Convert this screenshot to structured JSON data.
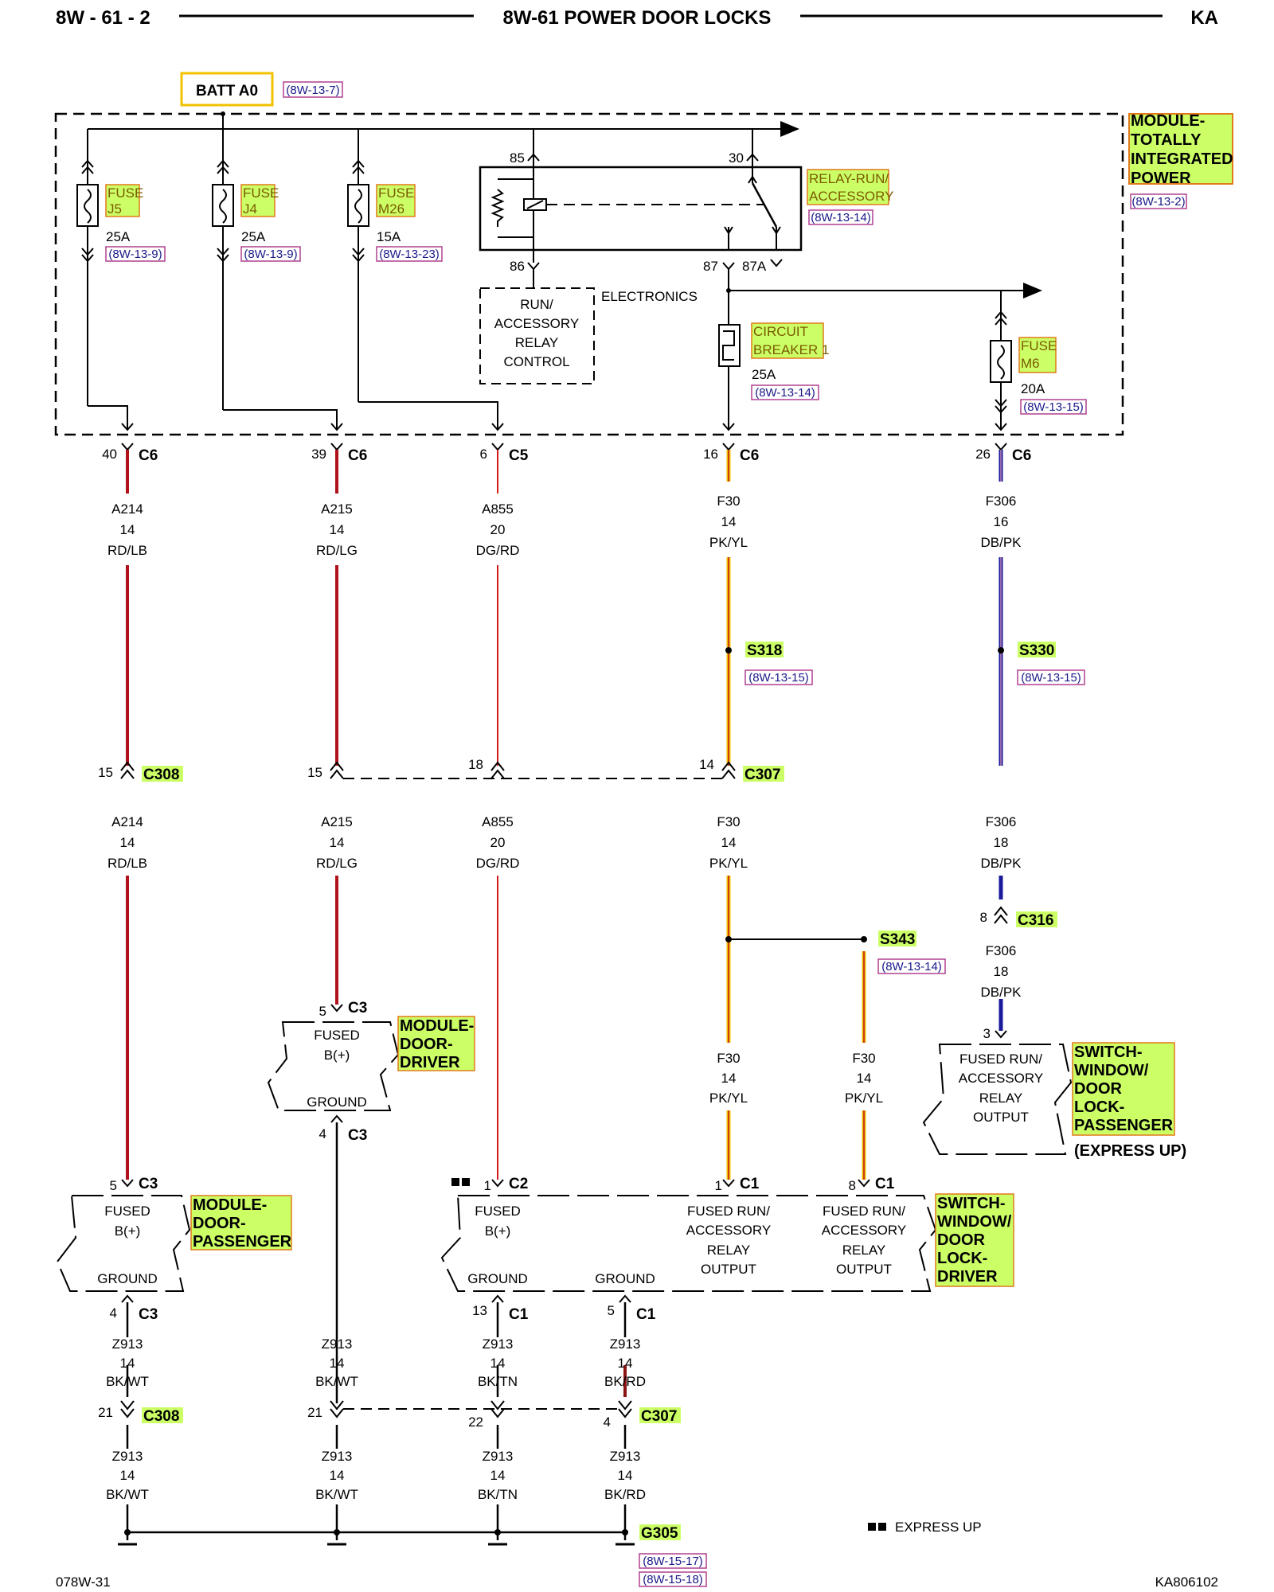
{
  "header": {
    "left": "8W - 61 - 2",
    "center": "8W-61 POWER DOOR LOCKS",
    "right": "KA"
  },
  "footer": {
    "left": "078W-31",
    "right": "KA806102"
  },
  "legend": {
    "express_up": "EXPRESS UP"
  },
  "batt": {
    "label": "BATT A0",
    "ref": "(8W-13-7)"
  },
  "module_tipm": {
    "label_lines": [
      "MODULE-",
      "TOTALLY",
      "INTEGRATED",
      "POWER"
    ],
    "ref": "(8W-13-2)"
  },
  "fuses": {
    "j5": {
      "lines": [
        "FUSE",
        "J5"
      ],
      "rating": "25A",
      "ref": "(8W-13-9)"
    },
    "j4": {
      "lines": [
        "FUSE",
        "J4"
      ],
      "rating": "25A",
      "ref": "(8W-13-9)"
    },
    "m26": {
      "lines": [
        "FUSE",
        "M26"
      ],
      "rating": "15A",
      "ref": "(8W-13-23)"
    },
    "m6": {
      "lines": [
        "FUSE",
        "M6"
      ],
      "rating": "20A",
      "ref": "(8W-13-15)"
    }
  },
  "relay": {
    "label_lines": [
      "RELAY-RUN/",
      "ACCESSORY"
    ],
    "ref": "(8W-13-14)",
    "pins": {
      "p85": "85",
      "p30": "30",
      "p86": "86",
      "p87": "87",
      "p87a": "87A"
    }
  },
  "electronics": {
    "label": "ELECTRONICS",
    "box_lines": [
      "RUN/",
      "ACCESSORY",
      "RELAY",
      "CONTROL"
    ]
  },
  "circuit_breaker": {
    "lines": [
      "CIRCUIT",
      "BREAKER 1"
    ],
    "rating": "25A",
    "ref": "(8W-13-14)"
  },
  "tipm_connectors": [
    {
      "pin": "40",
      "conn": "C6"
    },
    {
      "pin": "39",
      "conn": "C6"
    },
    {
      "pin": "6",
      "conn": "C5"
    },
    {
      "pin": "16",
      "conn": "C6"
    },
    {
      "pin": "26",
      "conn": "C6"
    }
  ],
  "wires_upper": [
    {
      "circuit": "A214",
      "gauge": "14",
      "color": "RD/LB"
    },
    {
      "circuit": "A215",
      "gauge": "14",
      "color": "RD/LG"
    },
    {
      "circuit": "A855",
      "gauge": "20",
      "color": "DG/RD"
    },
    {
      "circuit": "F30",
      "gauge": "14",
      "color": "PK/YL"
    },
    {
      "circuit": "F306",
      "gauge": "16",
      "color": "DB/PK"
    }
  ],
  "splices_upper": [
    {
      "name": "S318",
      "ref": "(8W-13-15)"
    },
    {
      "name": "S330",
      "ref": "(8W-13-15)"
    }
  ],
  "inline_connectors": {
    "c308_a": {
      "pin": "15",
      "conn": "C308"
    },
    "c307_1": {
      "pin": "15"
    },
    "c307_2": {
      "pin": "18"
    },
    "c307_3": {
      "pin": "14",
      "conn": "C307"
    }
  },
  "wires_mid": [
    {
      "circuit": "A214",
      "gauge": "14",
      "color": "RD/LB"
    },
    {
      "circuit": "A215",
      "gauge": "14",
      "color": "RD/LG"
    },
    {
      "circuit": "A855",
      "gauge": "20",
      "color": "DG/RD"
    },
    {
      "circuit": "F30",
      "gauge": "14",
      "color": "PK/YL"
    },
    {
      "circuit": "F306",
      "gauge": "18",
      "color": "DB/PK"
    }
  ],
  "c316": {
    "pin": "8",
    "conn": "C316"
  },
  "wire_f306_lower": {
    "circuit": "F306",
    "gauge": "18",
    "color": "DB/PK"
  },
  "s343": {
    "name": "S343",
    "ref": "(8W-13-14)"
  },
  "wires_f30_lower": [
    {
      "circuit": "F30",
      "gauge": "14",
      "color": "PK/YL"
    },
    {
      "circuit": "F30",
      "gauge": "14",
      "color": "PK/YL"
    }
  ],
  "module_door_driver": {
    "label_lines": [
      "MODULE-",
      "DOOR-",
      "DRIVER"
    ],
    "top": {
      "pin": "5",
      "conn": "C3"
    },
    "bottom": {
      "pin": "4",
      "conn": "C3"
    },
    "text_top": [
      "FUSED",
      "B(+)"
    ],
    "text_bottom": "GROUND"
  },
  "module_door_passenger": {
    "label_lines": [
      "MODULE-",
      "DOOR-",
      "PASSENGER"
    ],
    "top": {
      "pin": "5",
      "conn": "C3"
    },
    "bottom": {
      "pin": "4",
      "conn": "C3"
    },
    "text_top": [
      "FUSED",
      "B(+)"
    ],
    "text_bottom": "GROUND"
  },
  "switch_passenger": {
    "label_lines": [
      "SWITCH-",
      "WINDOW/",
      "DOOR",
      "LOCK-",
      "PASSENGER"
    ],
    "note": "(EXPRESS UP)",
    "pin": "3",
    "text": [
      "FUSED RUN/",
      "ACCESSORY",
      "RELAY",
      "OUTPUT"
    ]
  },
  "switch_driver": {
    "label_lines": [
      "SWITCH-",
      "WINDOW/",
      "DOOR",
      "LOCK-",
      "DRIVER"
    ],
    "pins_top": [
      {
        "pin": "1",
        "conn": "C2"
      },
      {
        "pin": "1",
        "conn": "C1"
      },
      {
        "pin": "8",
        "conn": "C1"
      }
    ],
    "pins_bottom": [
      {
        "pin": "13",
        "conn": "C1"
      },
      {
        "pin": "5",
        "conn": "C1"
      }
    ],
    "text_fused": [
      "FUSED",
      "B(+)"
    ],
    "text_out1": [
      "FUSED RUN/",
      "ACCESSORY",
      "RELAY",
      "OUTPUT"
    ],
    "text_out2": [
      "FUSED RUN/",
      "ACCESSORY",
      "RELAY",
      "OUTPUT"
    ],
    "text_ground1": "GROUND",
    "text_ground2": "GROUND"
  },
  "ground_wires_upper": [
    {
      "circuit": "Z913",
      "gauge": "14",
      "color": "BK/WT"
    },
    {
      "circuit": "Z913",
      "gauge": "14",
      "color": "BK/WT"
    },
    {
      "circuit": "Z913",
      "gauge": "14",
      "color": "BK/TN"
    },
    {
      "circuit": "Z913",
      "gauge": "14",
      "color": "BK/RD"
    }
  ],
  "ground_connectors": [
    {
      "pin": "21",
      "conn": "C308"
    },
    {
      "pin": "21"
    },
    {
      "pin": "22"
    },
    {
      "pin": "4",
      "conn": "C307"
    }
  ],
  "ground_wires_lower": [
    {
      "circuit": "Z913",
      "gauge": "14",
      "color": "BK/WT"
    },
    {
      "circuit": "Z913",
      "gauge": "14",
      "color": "BK/WT"
    },
    {
      "circuit": "Z913",
      "gauge": "14",
      "color": "BK/TN"
    },
    {
      "circuit": "Z913",
      "gauge": "14",
      "color": "BK/RD"
    }
  ],
  "g305": {
    "name": "G305",
    "refs": [
      "(8W-15-17)",
      "(8W-15-18)"
    ]
  },
  "colors": {
    "highlight": "#ccff66",
    "highlight_border": "#e07a1a",
    "wire_red": "#b0121b",
    "wire_yellow": "#f2c200",
    "wire_blue": "#1a1a9a",
    "ref_border": "#b04090"
  }
}
